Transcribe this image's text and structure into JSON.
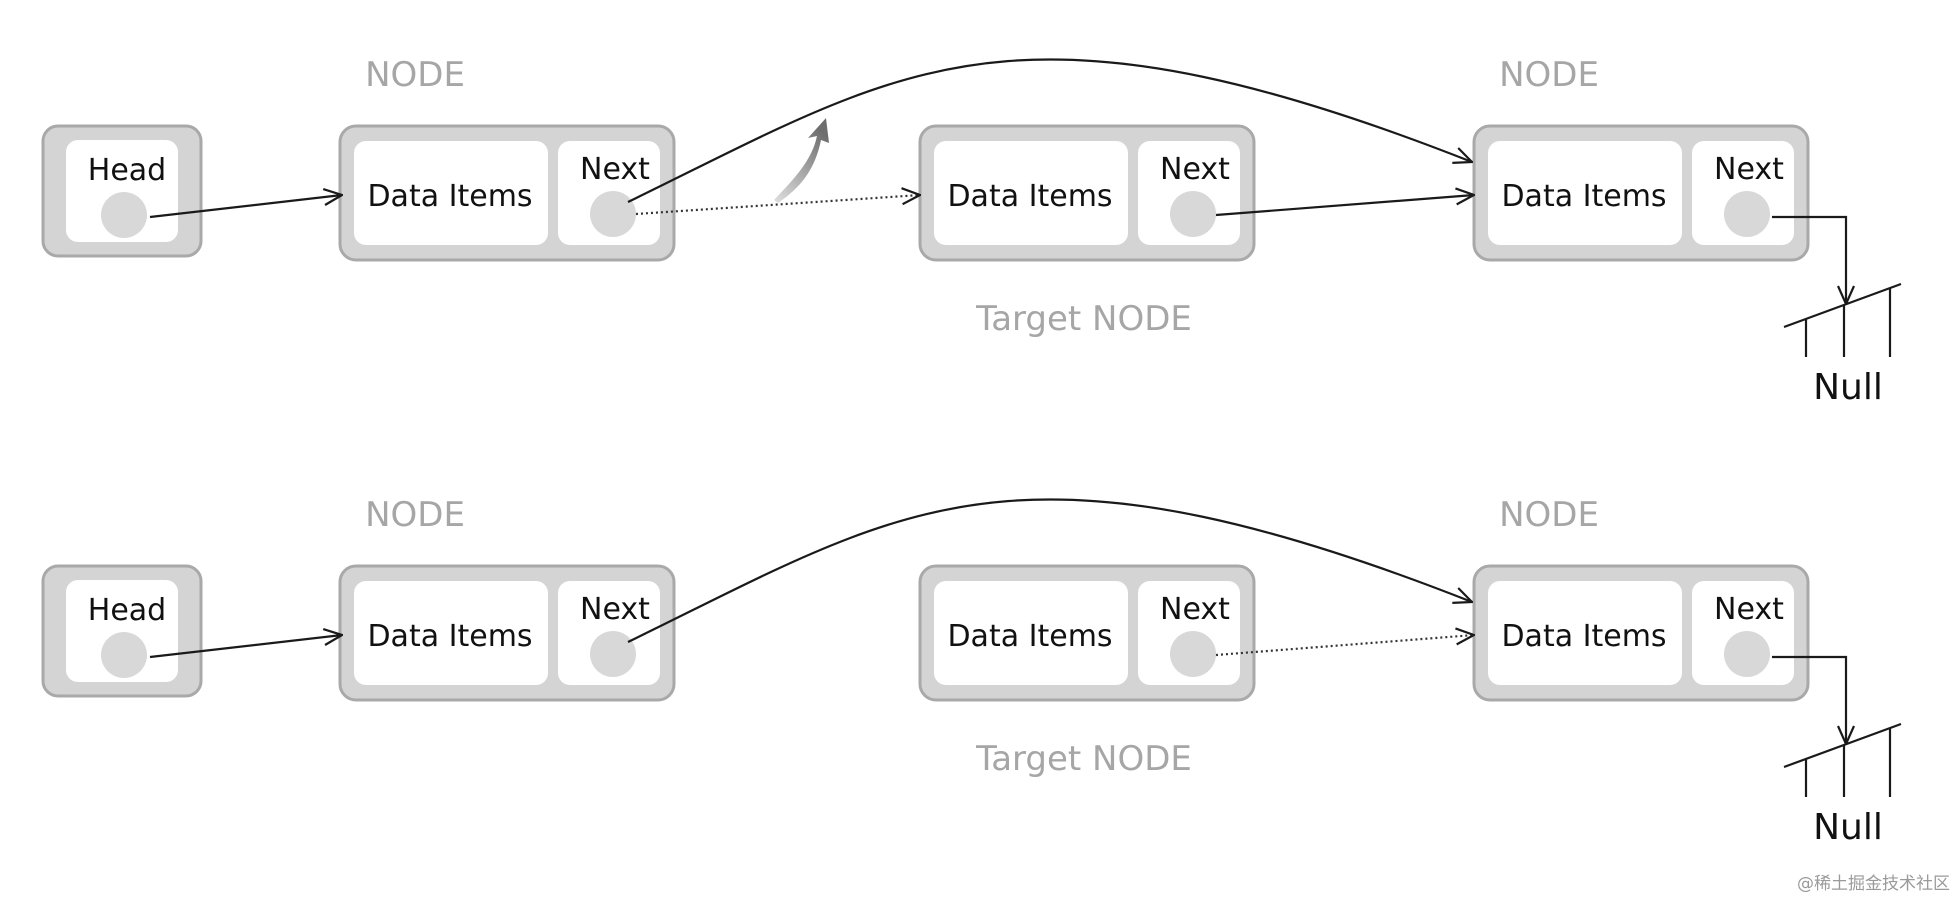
{
  "labels": {
    "head": "Head",
    "data_items": "Data Items",
    "next": "Next",
    "node": "NODE",
    "target_node": "Target NODE",
    "null": "Null"
  },
  "rows": [
    {
      "name": "before-deletion",
      "nodes": [
        {
          "role": "head",
          "cells": [
            "Head"
          ]
        },
        {
          "role": "node",
          "caption": "NODE",
          "cells": [
            "Data Items",
            "Next"
          ]
        },
        {
          "role": "target",
          "caption": "Target NODE",
          "cells": [
            "Data Items",
            "Next"
          ]
        },
        {
          "role": "node",
          "caption": "NODE",
          "cells": [
            "Data Items",
            "Next"
          ]
        }
      ],
      "links": [
        {
          "from": "head",
          "to": "node-1",
          "style": "solid"
        },
        {
          "from": "node-1",
          "to": "target",
          "style": "dotted"
        },
        {
          "from": "node-1",
          "to": "node-3",
          "style": "solid-arc"
        },
        {
          "from": "target",
          "to": "node-3",
          "style": "solid"
        },
        {
          "from": "node-3",
          "to": "Null",
          "style": "solid"
        }
      ],
      "redirect_arrow": true
    },
    {
      "name": "after-deletion",
      "nodes": [
        {
          "role": "head",
          "cells": [
            "Head"
          ]
        },
        {
          "role": "node",
          "caption": "NODE",
          "cells": [
            "Data Items",
            "Next"
          ]
        },
        {
          "role": "target",
          "caption": "Target NODE",
          "cells": [
            "Data Items",
            "Next"
          ]
        },
        {
          "role": "node",
          "caption": "NODE",
          "cells": [
            "Data Items",
            "Next"
          ]
        }
      ],
      "links": [
        {
          "from": "head",
          "to": "node-1",
          "style": "solid"
        },
        {
          "from": "node-1",
          "to": "node-3",
          "style": "solid-arc"
        },
        {
          "from": "target",
          "to": "node-3",
          "style": "dotted"
        },
        {
          "from": "node-3",
          "to": "Null",
          "style": "solid"
        }
      ],
      "redirect_arrow": false
    }
  ],
  "watermark": "@稀土掘金技术社区",
  "colors": {
    "node_fill": "#d4d4d4",
    "node_border": "#a9a9a9",
    "pointer_dot": "#d8d8d8",
    "caption_text": "#a6a6a6",
    "line": "#1a1a1a"
  }
}
